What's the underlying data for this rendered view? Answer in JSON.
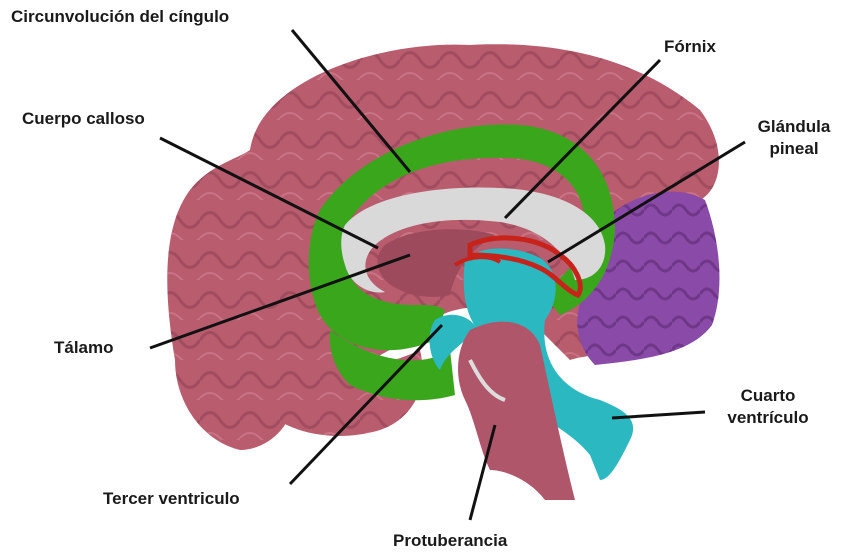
{
  "labels": {
    "cingulate": "Circunvolución del cíngulo",
    "fornix": "Fórnix",
    "corpus_callosum": "Cuerpo calloso",
    "pineal": [
      "Glándula",
      "pineal"
    ],
    "thalamus": "Tálamo",
    "fourth_ventricle": [
      "Cuarto",
      "ventrículo"
    ],
    "third_ventricle": "Tercer ventriculo",
    "pons": "Protuberancia"
  },
  "colors": {
    "cortex": "#b85c6e",
    "cortex_shadow": "#8e3f52",
    "cingulate": "#3aa61c",
    "corpus_callosum": "#d9d9d9",
    "ventricle": "#2bb8c0",
    "pineal": "#c8231b",
    "occipital": "#8a4aa8",
    "line": "#111111"
  }
}
